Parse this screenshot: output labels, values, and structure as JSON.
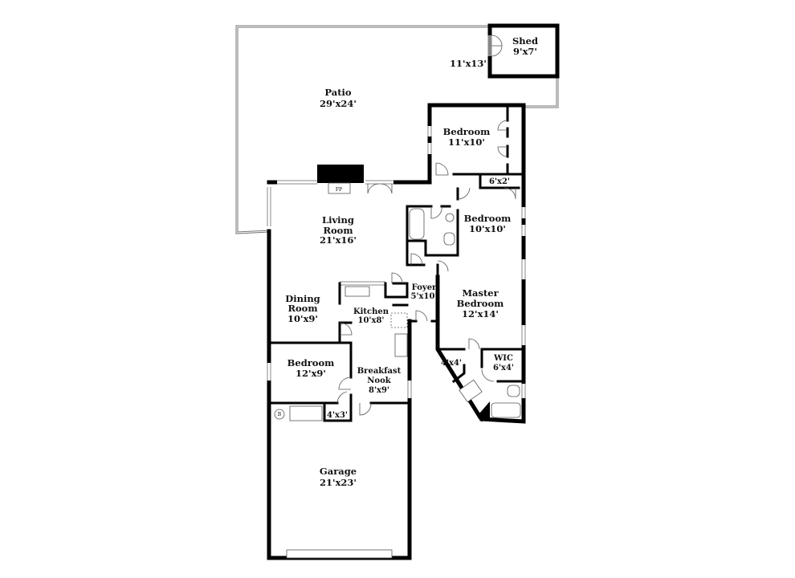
{
  "rooms": {
    "shed": {
      "name": "Shed",
      "size": "9'x7'"
    },
    "yard_area": {
      "size": "11'x13'"
    },
    "patio": {
      "name": "Patio",
      "size": "29'x24'"
    },
    "bedroom_upper": {
      "name": "Bedroom",
      "size": "11'x10'"
    },
    "closet_6x2": {
      "size": "6'x2'"
    },
    "bedroom_right": {
      "name": "Bedroom",
      "size": "10'x10'"
    },
    "living_room": {
      "name_line1": "Living",
      "name_line2": "Room",
      "size": "21'x16'"
    },
    "fireplace": {
      "name": "FP"
    },
    "foyer": {
      "name": "Foyer",
      "size": "5'x10'"
    },
    "dining_room": {
      "name_line1": "Dining",
      "name_line2": "Room",
      "size": "10'x9'"
    },
    "kitchen": {
      "name": "Kitchen",
      "size": "10'x8'"
    },
    "master_bedroom": {
      "name_line1": "Master",
      "name_line2": "Bedroom",
      "size": "12'x14'"
    },
    "bedroom_left": {
      "name": "Bedroom",
      "size": "12'x9'"
    },
    "breakfast_nook": {
      "name_line1": "Breakfast",
      "name_line2": "Nook",
      "size": "8'x9'"
    },
    "closet_4x4": {
      "size": "4'x4'"
    },
    "wic": {
      "name": "WIC",
      "size": "6'x4'"
    },
    "closet_4x3": {
      "size": "4'x3'"
    },
    "boiler": {
      "name": "B"
    },
    "garage": {
      "name": "Garage",
      "size": "21'x23'"
    }
  }
}
